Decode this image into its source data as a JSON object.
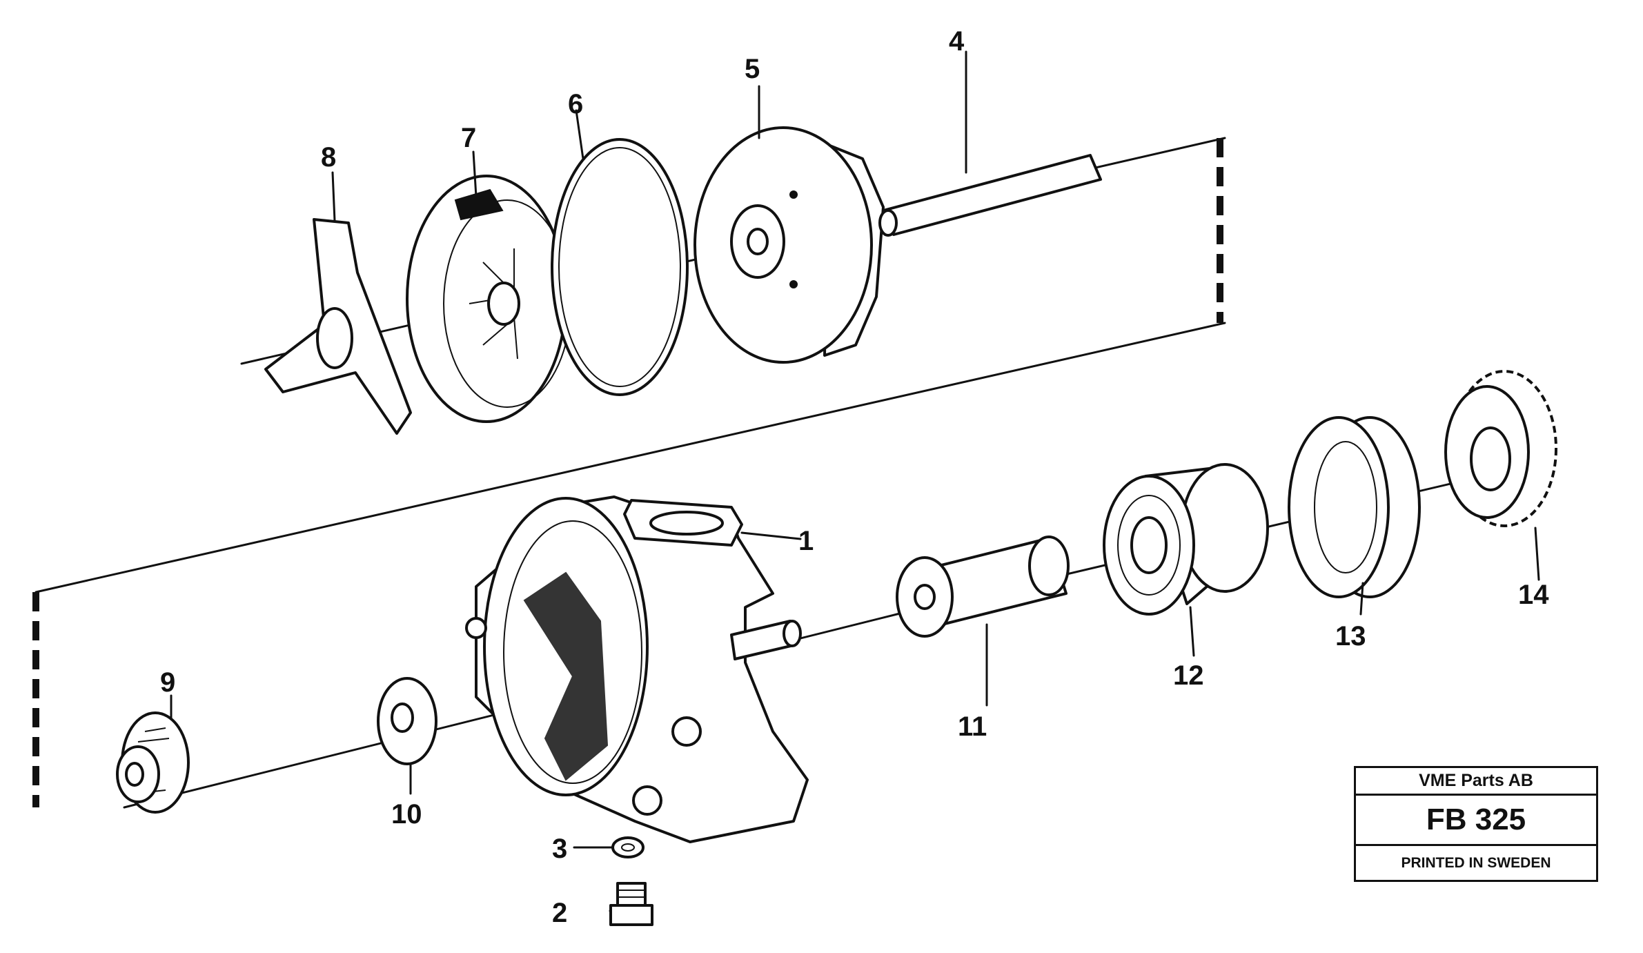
{
  "callouts": {
    "c1": "1",
    "c2": "2",
    "c3": "3",
    "c4": "4",
    "c5": "5",
    "c6": "6",
    "c7": "7",
    "c8": "8",
    "c9": "9",
    "c10": "10",
    "c11": "11",
    "c12": "12",
    "c13": "13",
    "c14": "14"
  },
  "title_block": {
    "company": "VME Parts AB",
    "code": "FB 325",
    "printed": "PRINTED IN SWEDEN"
  }
}
